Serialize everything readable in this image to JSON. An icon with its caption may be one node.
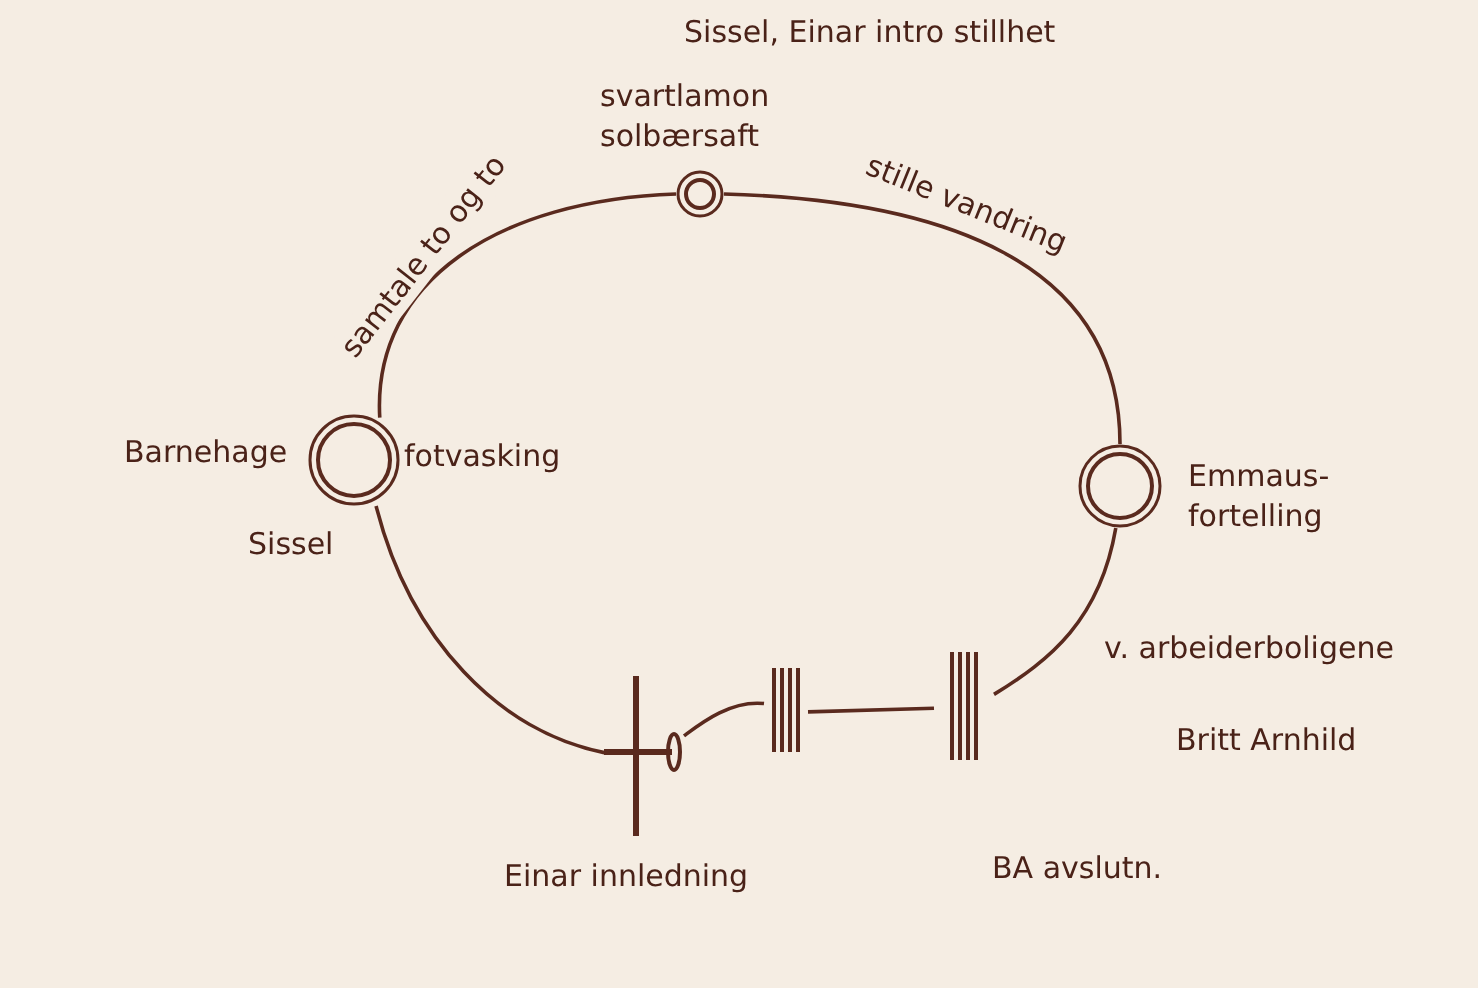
{
  "diagram": {
    "nodes": [
      {
        "text": [],
        "shape": "cross",
        "beside": [
          "Einar innledning"
        ]
      },
      {
        "text": [],
        "shape": "circle",
        "beside": [
          "Barnehage",
          "fotvasking",
          "Sissel"
        ]
      },
      {
        "text": [],
        "shape": "circle",
        "beside": [
          "svartlamon solbærsaft",
          "Sissel, Einar intro stillhet"
        ]
      },
      {
        "text": [],
        "shape": "circle",
        "beside": [
          "Emmaus-fortelling",
          "v. arbeiderboligene",
          "Britt Arnhild"
        ]
      },
      {
        "text": [],
        "shape": "bar",
        "beside": [
          "BA avslutn."
        ]
      },
      {
        "text": [],
        "shape": "bar"
      }
    ],
    "edges": [
      {
        "from": 0,
        "to": 1,
        "arrow": "none"
      },
      {
        "from": 1,
        "to": 2,
        "arrow": "none",
        "label": "samtale to og to"
      },
      {
        "from": 2,
        "to": 3,
        "arrow": "none",
        "label": "stille vandring"
      },
      {
        "from": 3,
        "to": 4,
        "arrow": "none"
      },
      {
        "from": 4,
        "to": 5,
        "arrow": "none"
      },
      {
        "from": 5,
        "to": 0,
        "arrow": "none"
      }
    ]
  }
}
